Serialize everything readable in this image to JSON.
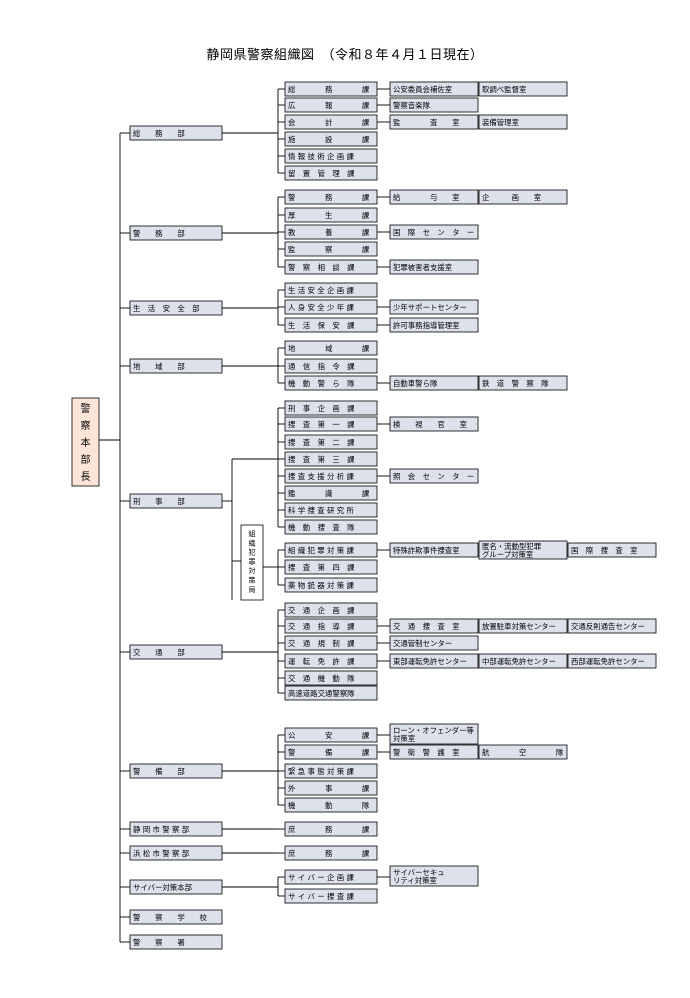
{
  "title": "静岡県警察組織図　（令和８年４月１日現在）",
  "chief": "警察本部長",
  "departments": [
    {
      "name": "総　　務　　部",
      "sections": [
        {
          "name": "総　　　　務　　　　課",
          "subs": [
            "公安委員会補佐室",
            "取調べ監督室"
          ]
        },
        {
          "name": "広　　　　報　　　　課",
          "subs": [
            "警察音楽隊"
          ]
        },
        {
          "name": "会　　　　計　　　　課",
          "subs": [
            "監　　　　査　　室",
            "装備管理室"
          ]
        },
        {
          "name": "施　　　　設　　　　課",
          "subs": []
        },
        {
          "name": "情 報 技 術 企 画 課",
          "subs": []
        },
        {
          "name": "留　置　管　理　課",
          "subs": []
        }
      ]
    },
    {
      "name": "警　　務　　部",
      "sections": [
        {
          "name": "警　　　　務　　　　課",
          "subs": [
            "給　　　　与　　室",
            "企　　　画　　室"
          ]
        },
        {
          "name": "厚　　　　生　　　　課",
          "subs": []
        },
        {
          "name": "教　　　　養　　　　課",
          "subs": [
            "国　際　セ　ン　タ　ー"
          ]
        },
        {
          "name": "監　　　　察　　　　課",
          "subs": []
        },
        {
          "name": "警　察　相　談　課",
          "subs": [
            "犯罪被害者支援室"
          ]
        }
      ]
    },
    {
      "name": "生　活　安　全　部",
      "sections": [
        {
          "name": "生 活 安 全 企 画 課",
          "subs": []
        },
        {
          "name": "人 身 安 全 少 年 課",
          "subs": [
            "少年サポートセンター"
          ]
        },
        {
          "name": "生　活　保　安　課",
          "subs": [
            "許可事務指導管理室"
          ]
        }
      ]
    },
    {
      "name": "地　　域　　部",
      "sections": [
        {
          "name": "地　　　　域　　　　課",
          "subs": []
        },
        {
          "name": "通　信　指　令　課",
          "subs": []
        },
        {
          "name": "機　動　警　ら　隊",
          "subs": [
            "自動車警ら隊",
            "鉄　道　警　察　隊"
          ]
        }
      ]
    },
    {
      "name": "刑　　事　　部",
      "sections": [
        {
          "name": "刑　事　企　画　課",
          "subs": []
        },
        {
          "name": "捜　査　第　一　課",
          "subs": [
            "検　　視　　官　　室"
          ]
        },
        {
          "name": "捜　査　第　二　課",
          "subs": []
        },
        {
          "name": "捜　査　第　三　課",
          "subs": []
        },
        {
          "name": "捜 査 支 援 分 析 課",
          "subs": [
            "照　会　セ　ン　タ　ー"
          ]
        },
        {
          "name": "鑑　　　　識　　　　課",
          "subs": []
        },
        {
          "name": "科 学 捜 査 研 究 所",
          "subs": []
        },
        {
          "name": "機　動　捜　査　隊",
          "subs": []
        }
      ],
      "bureau": {
        "name": "組織犯罪対策局",
        "sections": [
          {
            "name": "組 織 犯 罪 対 策 課",
            "subs": [
              "特殊詐欺事件捜査室",
              "匿名・流動型犯罪グループ対策室",
              "国　際　捜　査　室"
            ]
          },
          {
            "name": "捜　査　第　四　課",
            "subs": []
          },
          {
            "name": "薬 物 銃 器 対 策 課",
            "subs": []
          }
        ]
      }
    },
    {
      "name": "交　　通　　部",
      "sections": [
        {
          "name": "交　通　企　画　課",
          "subs": []
        },
        {
          "name": "交　通　指　導　課",
          "subs": [
            "交　通　捜　査　室",
            "放置駐車対策センター",
            "交通反則通告センター"
          ]
        },
        {
          "name": "交　通　規　制　課",
          "subs": [
            "交通管制センター"
          ]
        },
        {
          "name": "運　転　免　許　課",
          "subs": [
            "東部運転免許センター",
            "中部運転免許センター",
            "西部運転免許センター"
          ]
        },
        {
          "name": "交　通　機　動　隊",
          "subs": []
        },
        {
          "name": "高速道路交通警察隊",
          "subs": []
        }
      ]
    },
    {
      "name": "警　　備　　部",
      "sections": [
        {
          "name": "公　　　　安　　　　課",
          "subs": [
            "ローン・オフェンダー等対策室"
          ]
        },
        {
          "name": "警　　　　備　　　　課",
          "subs": [
            "警　衛　警　護　室",
            "航　　　　空　　　　隊"
          ]
        },
        {
          "name": "緊 急 事 態 対 策 課",
          "subs": []
        },
        {
          "name": "外　　　　事　　　　課",
          "subs": []
        },
        {
          "name": "機　　　　動　　　　隊",
          "subs": []
        }
      ]
    },
    {
      "name": "静 岡 市 警 察 部",
      "sections": [
        {
          "name": "庶　　　　務　　　　課",
          "subs": []
        }
      ]
    },
    {
      "name": "浜 松 市 警 察 部",
      "sections": [
        {
          "name": "庶　　　　務　　　　課",
          "subs": []
        }
      ]
    },
    {
      "name": "サイバー対策本部",
      "sections": [
        {
          "name": "サ イ バ ー 企 画 課",
          "subs": [
            "サイバーセキュリティ対策室"
          ]
        },
        {
          "name": "サ イ バ ー 捜 査 課",
          "subs": []
        }
      ]
    },
    {
      "name": "警　　察　　学　　校",
      "sections": []
    },
    {
      "name": "警　　察　　署",
      "sections": []
    }
  ]
}
